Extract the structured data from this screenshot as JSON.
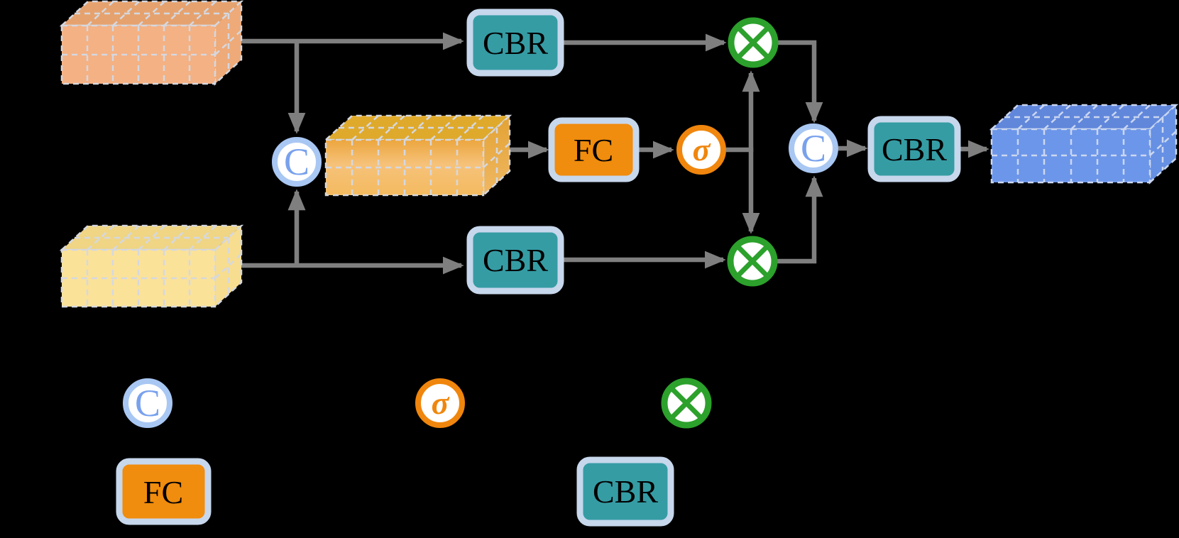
{
  "diagram": {
    "kind": "attention-fusion-module-block-diagram",
    "background_color": "#000000",
    "nodes": {
      "input_cube_top": {
        "kind": "feature-map-cube",
        "color": "#F4B183"
      },
      "input_cube_bottom": {
        "kind": "feature-map-cube",
        "color": "#FBE299"
      },
      "concat_cube": {
        "kind": "feature-map-cube",
        "color": "#F0B053"
      },
      "output_cube": {
        "kind": "feature-map-cube",
        "color": "#6C96E9"
      },
      "concat_left": {
        "label": "C"
      },
      "concat_right": {
        "label": "C"
      },
      "cbr_top": {
        "label": "CBR"
      },
      "cbr_bottom": {
        "label": "CBR"
      },
      "cbr_output": {
        "label": "CBR"
      },
      "fc": {
        "label": "FC"
      },
      "sigmoid": {
        "label": "σ"
      },
      "multiply_top": {
        "symbol": "⊗"
      },
      "multiply_bottom": {
        "symbol": "⊗"
      }
    },
    "legend": {
      "concat": {
        "label": "C"
      },
      "sigmoid": {
        "label": "σ"
      },
      "multiply": {
        "symbol": "⊗"
      },
      "fc": {
        "label": "FC"
      },
      "cbr": {
        "label": "CBR"
      }
    },
    "colors": {
      "arrow": "#7F7F7F",
      "box_border": "#C7D7EC",
      "cbr_fill": "#359CA4",
      "fc_fill": "#F08C0E",
      "concat_ring": "#A9C7F3",
      "concat_letter": "#79A1ED",
      "sigma_orange": "#F0860D",
      "multiply_green": "#2CA12C",
      "cube_grid_line": "#D5D8E0",
      "cube_grid_line_blue": "#CBD7F1"
    }
  }
}
